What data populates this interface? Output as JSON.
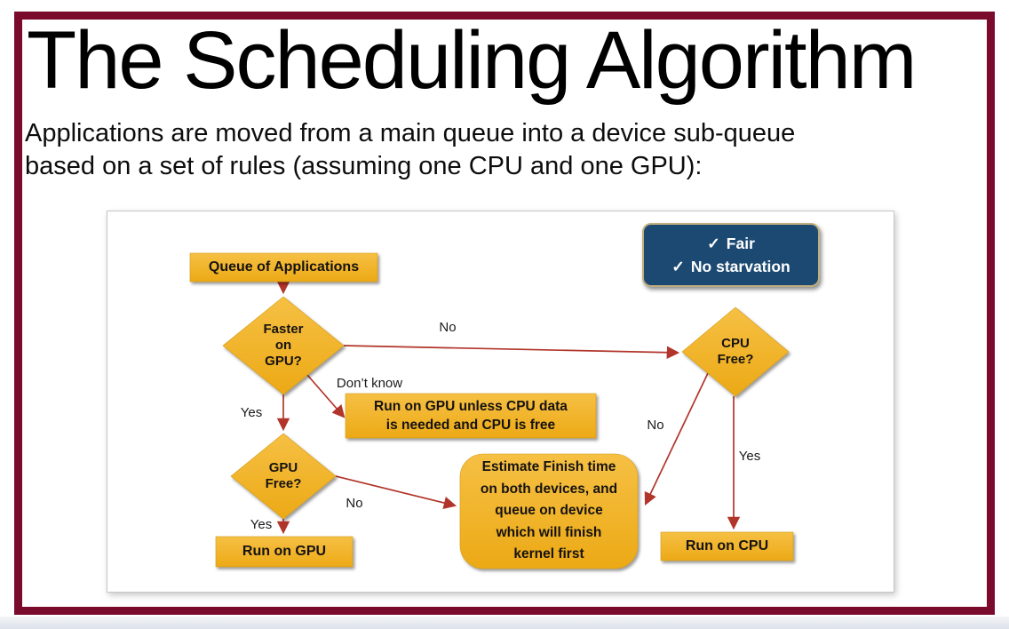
{
  "slide": {
    "title": "The Scheduling Algorithm",
    "subtitle": "Applications are moved from a main queue into a device sub-queue\nbased on a set of rules (assuming one CPU and one GPU):"
  },
  "colors": {
    "border_maroon": "#7a0b2d",
    "node_yellow": "#f0b227",
    "badge_navy": "#1b4971",
    "arrow_red": "#b1352a"
  },
  "flowchart": {
    "nodes": {
      "queue": {
        "label": "Queue of Applications"
      },
      "faster_on_gpu": {
        "label": "Faster\non\nGPU?"
      },
      "cpu_free": {
        "label": "CPU\nFree?"
      },
      "gpu_free": {
        "label": "GPU\nFree?"
      },
      "run_on_gpu_unless": {
        "label": "Run on GPU unless CPU data\nis needed and CPU is free"
      },
      "estimate": {
        "label": "Estimate Finish time\non both devices, and\nqueue on device\nwhich will finish\nkernel first"
      },
      "run_on_gpu": {
        "label": "Run on GPU"
      },
      "run_on_cpu": {
        "label": "Run on CPU"
      }
    },
    "edge_labels": {
      "faster_no": "No",
      "faster_dont_know": "Don’t know",
      "faster_yes": "Yes",
      "gpu_no": "No",
      "gpu_yes": "Yes",
      "cpu_no": "No",
      "cpu_yes": "Yes"
    },
    "badge": {
      "check_icon": "✓",
      "items": [
        "Fair",
        "No starvation"
      ]
    }
  }
}
